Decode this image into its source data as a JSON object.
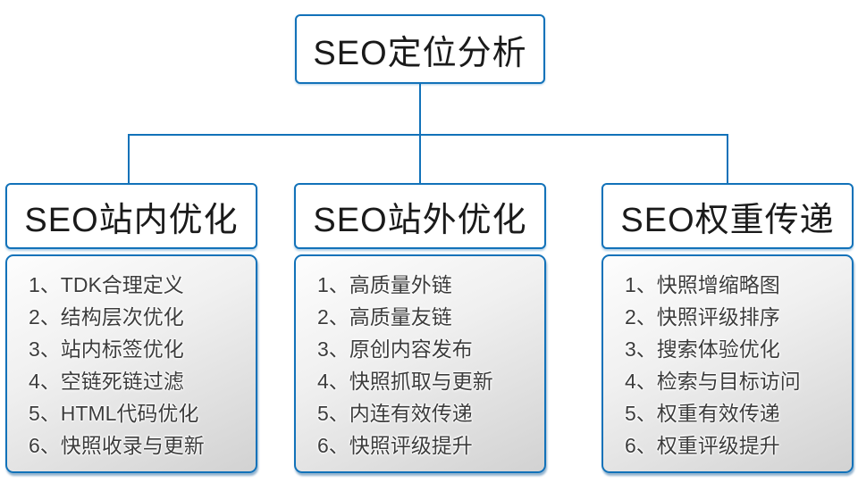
{
  "colors": {
    "accent": "#1272b9"
  },
  "root": {
    "title": "SEO定位分析"
  },
  "columns": [
    {
      "title": "SEO站内优化",
      "items": [
        "1、TDK合理定义",
        "2、结构层次优化",
        "3、站内标签优化",
        "4、空链死链过滤",
        "5、HTML代码优化",
        "6、快照收录与更新"
      ]
    },
    {
      "title": "SEO站外优化",
      "items": [
        "1、高质量外链",
        "2、高质量友链",
        "3、原创内容发布",
        "4、快照抓取与更新",
        "5、内连有效传递",
        "6、快照评级提升"
      ]
    },
    {
      "title": "SEO权重传递",
      "items": [
        "1、快照增缩略图",
        "2、快照评级排序",
        "3、搜索体验优化",
        "4、检索与目标访问",
        "5、权重有效传递",
        "6、权重评级提升"
      ]
    }
  ]
}
